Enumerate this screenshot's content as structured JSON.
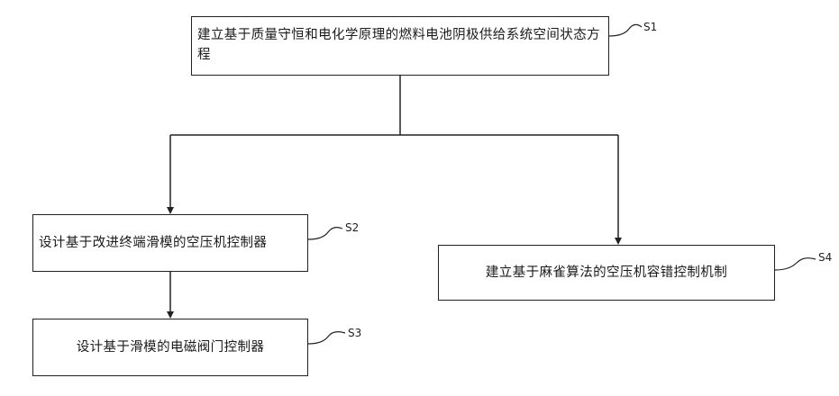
{
  "steps": {
    "s1": {
      "text": "建立基于质量守恒和电化学原理的燃料电池阴极供给系统空间状态方程",
      "label": "S1"
    },
    "s2": {
      "text": "设计基于改进终端滑模的空压机控制器",
      "label": "S2"
    },
    "s3": {
      "text": "设计基于滑模的电磁阀门控制器",
      "label": "S3"
    },
    "s4": {
      "text": "建立基于麻雀算法的空压机容错控制机制",
      "label": "S4"
    }
  }
}
